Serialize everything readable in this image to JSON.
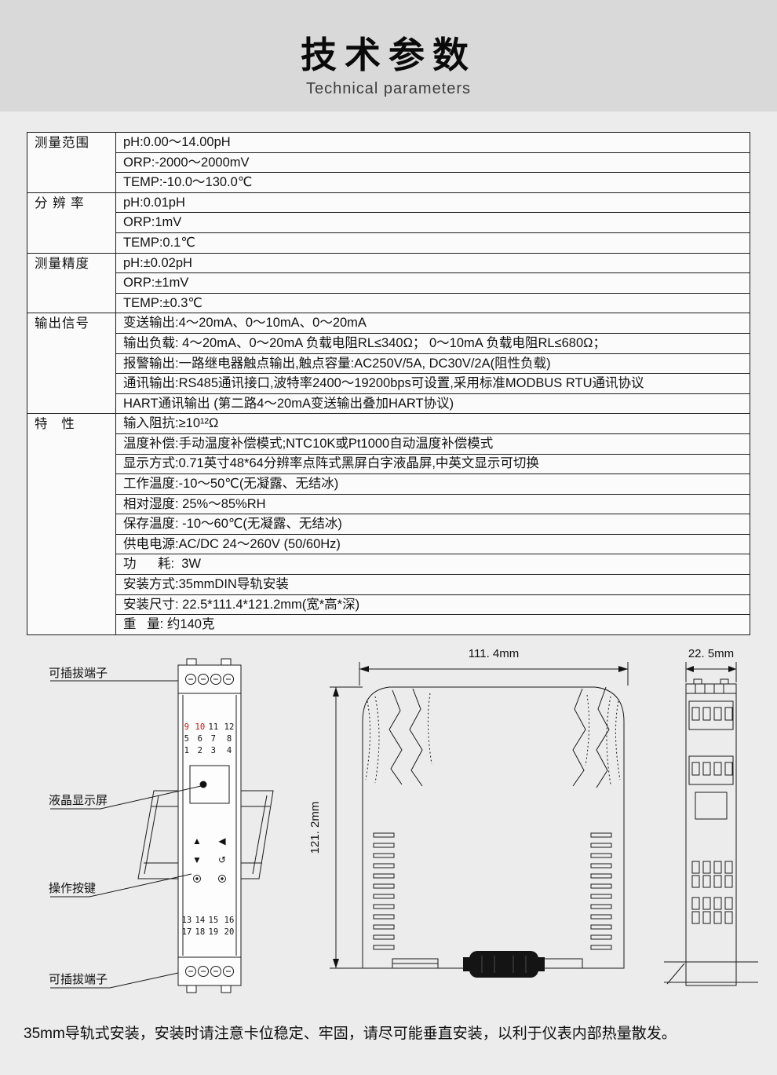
{
  "header": {
    "title": "技术参数",
    "subtitle": "Technical parameters"
  },
  "spec_table": {
    "groups": [
      {
        "label": "测量范围",
        "items": [
          "pH:0.00～14.00pH",
          "ORP:-2000～2000mV",
          "TEMP:-10.0～130.0℃"
        ]
      },
      {
        "label": "分 辨 率",
        "items": [
          "pH:0.01pH",
          "ORP:1mV",
          "TEMP:0.1℃"
        ]
      },
      {
        "label": "测量精度",
        "items": [
          "pH:±0.02pH",
          "ORP:±1mV",
          "TEMP:±0.3℃"
        ]
      },
      {
        "label": "输出信号",
        "items": [
          "变送输出:4～20mA、0～10mA、0～20mA",
          "输出负载: 4～20mA、0～20mA 负载电阻RL≤340Ω； 0～10mA 负载电阻RL≤680Ω；",
          "报警输出:一路继电器触点输出,触点容量:AC250V/5A, DC30V/2A(阻性负载)",
          "通讯输出:RS485通讯接口,波特率2400～19200bps可设置,采用标准MODBUS RTU通讯协议",
          "HART通讯输出 (第二路4～20mA变送输出叠加HART协议)"
        ]
      },
      {
        "label": "特   性",
        "items": [
          "输入阻抗:≥10¹²Ω",
          "温度补偿:手动温度补偿模式;NTC10K或Pt1000自动温度补偿模式",
          "显示方式:0.71英寸48*64分辨率点阵式黑屏白字液晶屏,中英文显示可切换",
          "工作温度:-10～50℃(无凝露、无结冰)",
          "相对湿度: 25%～85%RH",
          "保存温度: -10～60℃(无凝露、无结冰)",
          "供电电源:AC/DC 24～260V (50/60Hz)",
          "功      耗:  3W",
          "安装方式:35mmDIN导轨安装",
          "安装尺寸: 22.5*111.4*121.2mm(宽*高*深)",
          "重   量: 约140克"
        ]
      }
    ]
  },
  "diagram": {
    "labels": {
      "plug_top": "可插拔端子",
      "lcd": "液晶显示屏",
      "keys": "操作按键",
      "plug_bottom": "可插拔端子"
    },
    "dimensions": {
      "width": "111. 4mm",
      "height": "121. 2mm",
      "depth": "22. 5mm"
    },
    "front": {
      "terminals": {
        "r1": [
          "9",
          "10",
          "11",
          "12"
        ],
        "r2": [
          "5",
          "6",
          "7",
          "8"
        ],
        "r3": [
          "1",
          "2",
          "3",
          "4"
        ],
        "r4": [
          "13",
          "14",
          "15",
          "16"
        ],
        "r5": [
          "17",
          "18",
          "19",
          "20"
        ]
      },
      "buttons": {
        "up": "▲",
        "left": "◀",
        "down": "▼",
        "enter": "↺"
      }
    },
    "accent_red": "#cc1100"
  },
  "footer": {
    "note": "35mm导轨式安装，安装时请注意卡位稳定、牢固，请尽可能垂直安装，以利于仪表内部热量散发。"
  }
}
